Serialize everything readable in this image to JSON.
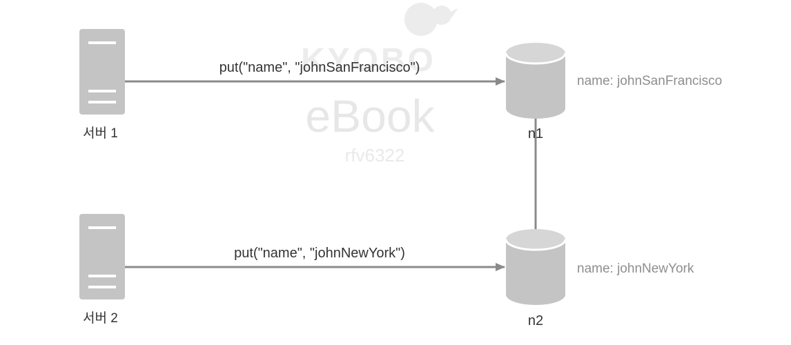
{
  "watermark": {
    "brand": "KYOBO",
    "title": "eBook",
    "user_id": "rfv6322"
  },
  "servers": [
    {
      "label": "서버 1"
    },
    {
      "label": "서버 2"
    }
  ],
  "nodes": [
    {
      "label": "n1",
      "value": "name: johnSanFrancisco"
    },
    {
      "label": "n2",
      "value": "name: johnNewYork"
    }
  ],
  "messages": [
    {
      "text": "put(\"name\",  \"johnSanFrancisco\")"
    },
    {
      "text": "put(\"name\", \"johnNewYork\")"
    }
  ],
  "colors": {
    "device_fill": "#c4c4c4",
    "device_top": "#d6d6d6",
    "arrow": "#8a8a8a",
    "watermark": "#ececec"
  }
}
